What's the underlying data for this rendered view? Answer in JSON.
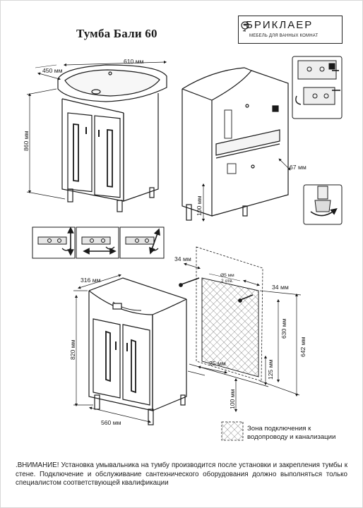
{
  "title": "Тумба Бали 60",
  "logo": {
    "name": "БРИКЛАЕР",
    "subtitle": "МЕБЕЛЬ ДЛЯ ВАННЫХ КОМНАТ",
    "icon": "rose-icon"
  },
  "dimensions": {
    "top_depth": "450 мм",
    "top_width": "610 мм",
    "total_height": "860 мм",
    "leg_height": "100 мм",
    "back_depth": "67 мм",
    "cabinet_depth": "316 мм",
    "cabinet_height": "820 мм",
    "cabinet_width": "560 мм",
    "mount_left_offset": "34 мм",
    "mount_right_offset": "34 мм",
    "hole_diameter": "Ø5 мм",
    "hole_count": "2 отв.",
    "zone_height_630": "630 мм",
    "zone_height_642": "642 мм",
    "zone_bottom_125": "125 мм",
    "zone_left_25": "25 мм",
    "floor_offset_100": "100 мм"
  },
  "legend": {
    "text": "Зона подключения к водопроводу и канализации"
  },
  "note": {
    "text": ".ВНИМАНИЕ! Установка умывальника на тумбу производится после установки и закрепления тумбы к стене. Подключение и обслуживание сантехнического оборудования должно выполняться только специалистом соответствующей квалификации"
  },
  "colors": {
    "line": "#1a1a1a",
    "hatch": "#555555",
    "panel_fill": "#f2f2f2"
  }
}
